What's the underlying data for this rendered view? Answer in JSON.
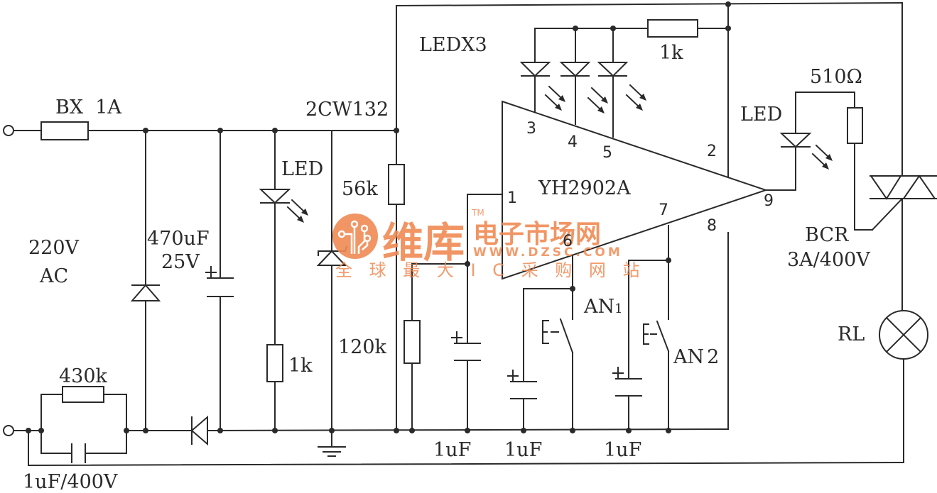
{
  "diagram": {
    "title": "YH2902A touch dimmer / LED indicator circuit",
    "labels": {
      "fuse": "BX  1A",
      "supply_voltage": "220V",
      "supply_type": "AC",
      "filter_cap": "470uF",
      "filter_cap_voltage": "25V",
      "zener": "2CW132",
      "power_led": "LED",
      "led_resistor": "1k",
      "r56k": "56k",
      "r120k": "120k",
      "dropper_resistor": "430k",
      "dropper_cap": "1uF/400V",
      "led_array": "LEDX3",
      "led_array_resistor": "1k",
      "ic_name": "YH2902A",
      "output_led": "LED",
      "gate_resistor": "510Ω",
      "triac": "BCR",
      "triac_rating": "3A/400V",
      "load": "RL",
      "switch1": "AN",
      "switch1_sub": "1",
      "switch2": "AN",
      "switch2_sub": "2",
      "cap1": "1uF",
      "cap2": "1uF",
      "cap3": "1uF"
    },
    "ic_pins": [
      "1",
      "2",
      "3",
      "4",
      "5",
      "6",
      "7",
      "8",
      "9"
    ],
    "colors": {
      "ink": "#2a2a2a",
      "watermark": "#f08a54",
      "background": "#ffffff"
    }
  },
  "watermark": {
    "brand": "维库",
    "tm": "TM",
    "slogan_top": "电子市场网",
    "url": "WWW.DZSC.COM",
    "slogan_bottom": "全 球 最 大 I C 采 购 网 站"
  }
}
